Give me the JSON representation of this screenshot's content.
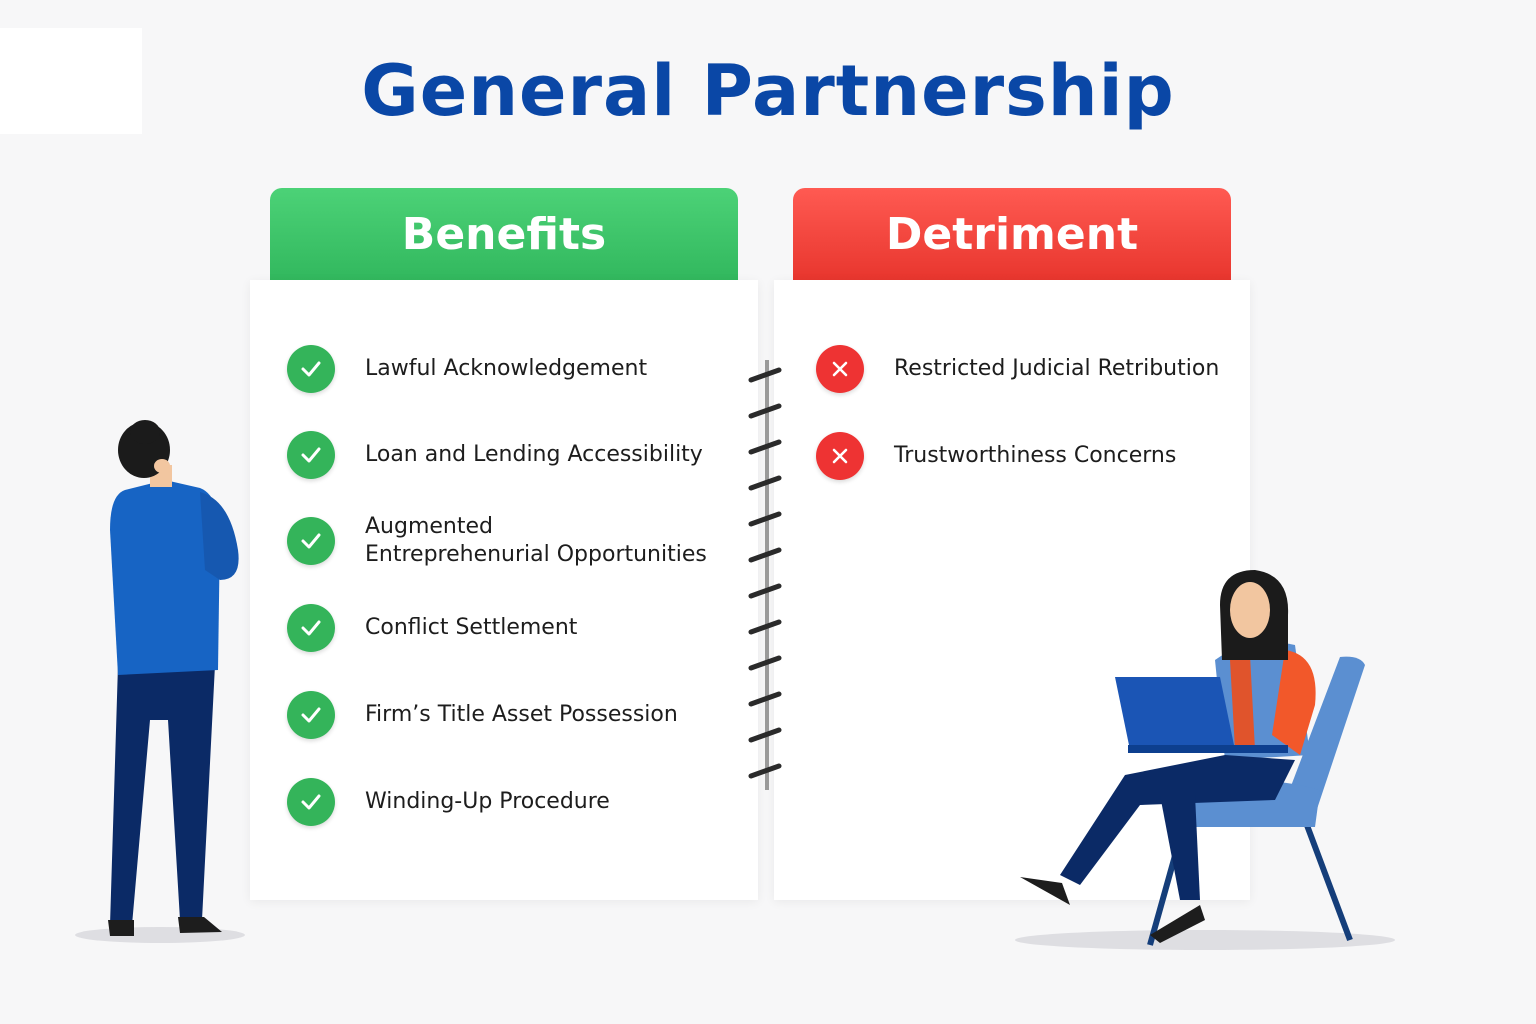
{
  "title": "General Partnership",
  "benefits": {
    "heading": "Benefits",
    "items": [
      {
        "label": "Lawful Acknowledgement"
      },
      {
        "label": "Loan and Lending Accessibility"
      },
      {
        "label_line1": "Augmented",
        "label_line2": "Entreprehenurial Opportunities"
      },
      {
        "label": "Conflict Settlement"
      },
      {
        "label": "Firm’s Title Asset Possession"
      },
      {
        "label": "Winding-Up Procedure"
      }
    ]
  },
  "detriment": {
    "heading": "Detriment",
    "items": [
      {
        "label": "Restricted Judicial Retribution"
      },
      {
        "label": "Trustworthiness Concerns"
      }
    ]
  },
  "icons": {
    "benefit_icon": "check-circle-icon",
    "detriment_icon": "cross-circle-icon"
  },
  "colors": {
    "title": "#0a47a6",
    "benefits_tab": "#3cc46a",
    "detriment_tab": "#f4443c",
    "check": "#34b45a",
    "cross": "#ee3333"
  }
}
